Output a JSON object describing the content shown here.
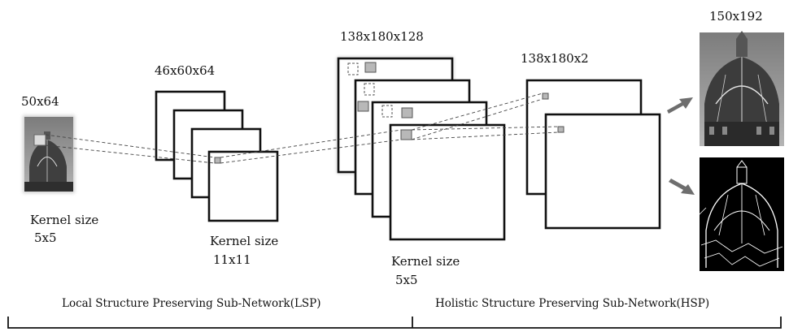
{
  "labels": {
    "input_dim": "50x64",
    "layer1_dim": "46x60x64",
    "layer2_dim": "138x180x128",
    "layer3_dim": "138x180x2",
    "output_dim": "150x192",
    "kernel1": [
      "Kernel size",
      "5x5"
    ],
    "kernel2": [
      "Kernel size",
      "11x11"
    ],
    "kernel3": [
      "Kernel size",
      "5x5"
    ],
    "lsp": "Local Structure Preserving Sub-Network(LSP)",
    "hsp": "Holistic Structure Preserving Sub-Network(HSP)"
  },
  "colors": {
    "frame": "#111111",
    "patch": "#b8b8b8",
    "arrow": "#6e6e6e",
    "photo_sky": "#8a8a8a",
    "edge_bg": "#000000"
  }
}
